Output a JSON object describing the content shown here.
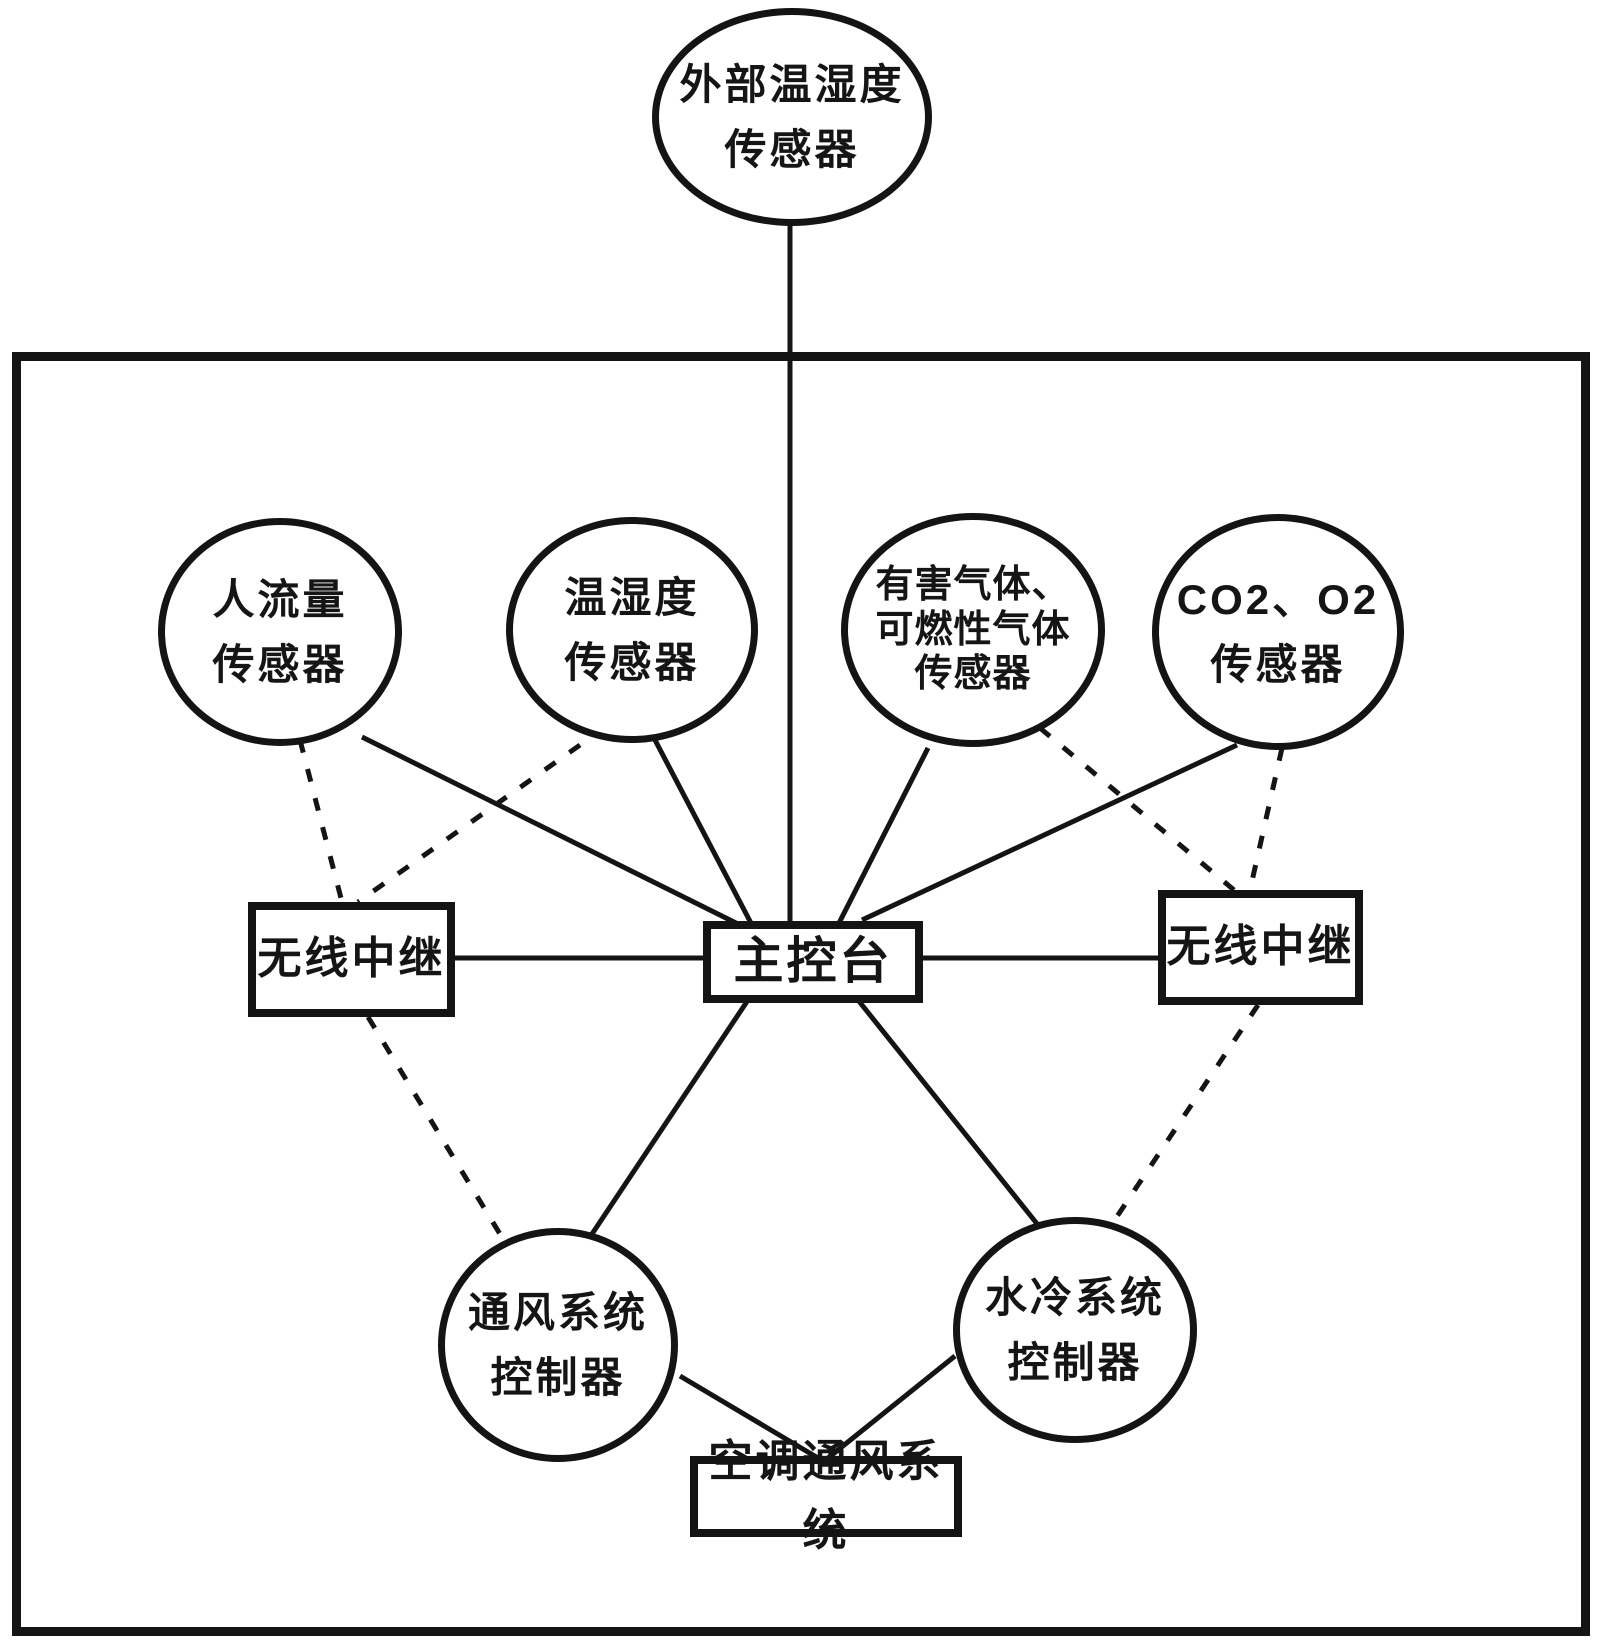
{
  "external_sensor": {
    "line1": "外部温湿度",
    "line2": "传感器"
  },
  "sensors": [
    {
      "id": "people-flow",
      "line1": "人流量",
      "line2": "传感器"
    },
    {
      "id": "temp-humidity",
      "line1": "温湿度",
      "line2": "传感器"
    },
    {
      "id": "harmful-gas",
      "line1": "有害气体、",
      "line2": "可燃性气体",
      "line3": "传感器"
    },
    {
      "id": "co2-o2",
      "line1": "CO2、O2",
      "line2": "传感器"
    }
  ],
  "console": {
    "label": "主控台"
  },
  "relay_left": {
    "label": "无线中继"
  },
  "relay_right": {
    "label": "无线中继"
  },
  "controllers": [
    {
      "id": "ventilation",
      "line1": "通风系统",
      "line2": "控制器"
    },
    {
      "id": "water-cooling",
      "line1": "水冷系统",
      "line2": "控制器"
    }
  ],
  "hvac": {
    "label": "空调通风系统"
  },
  "colors": {
    "stroke": "#141414",
    "background": "#ffffff"
  }
}
